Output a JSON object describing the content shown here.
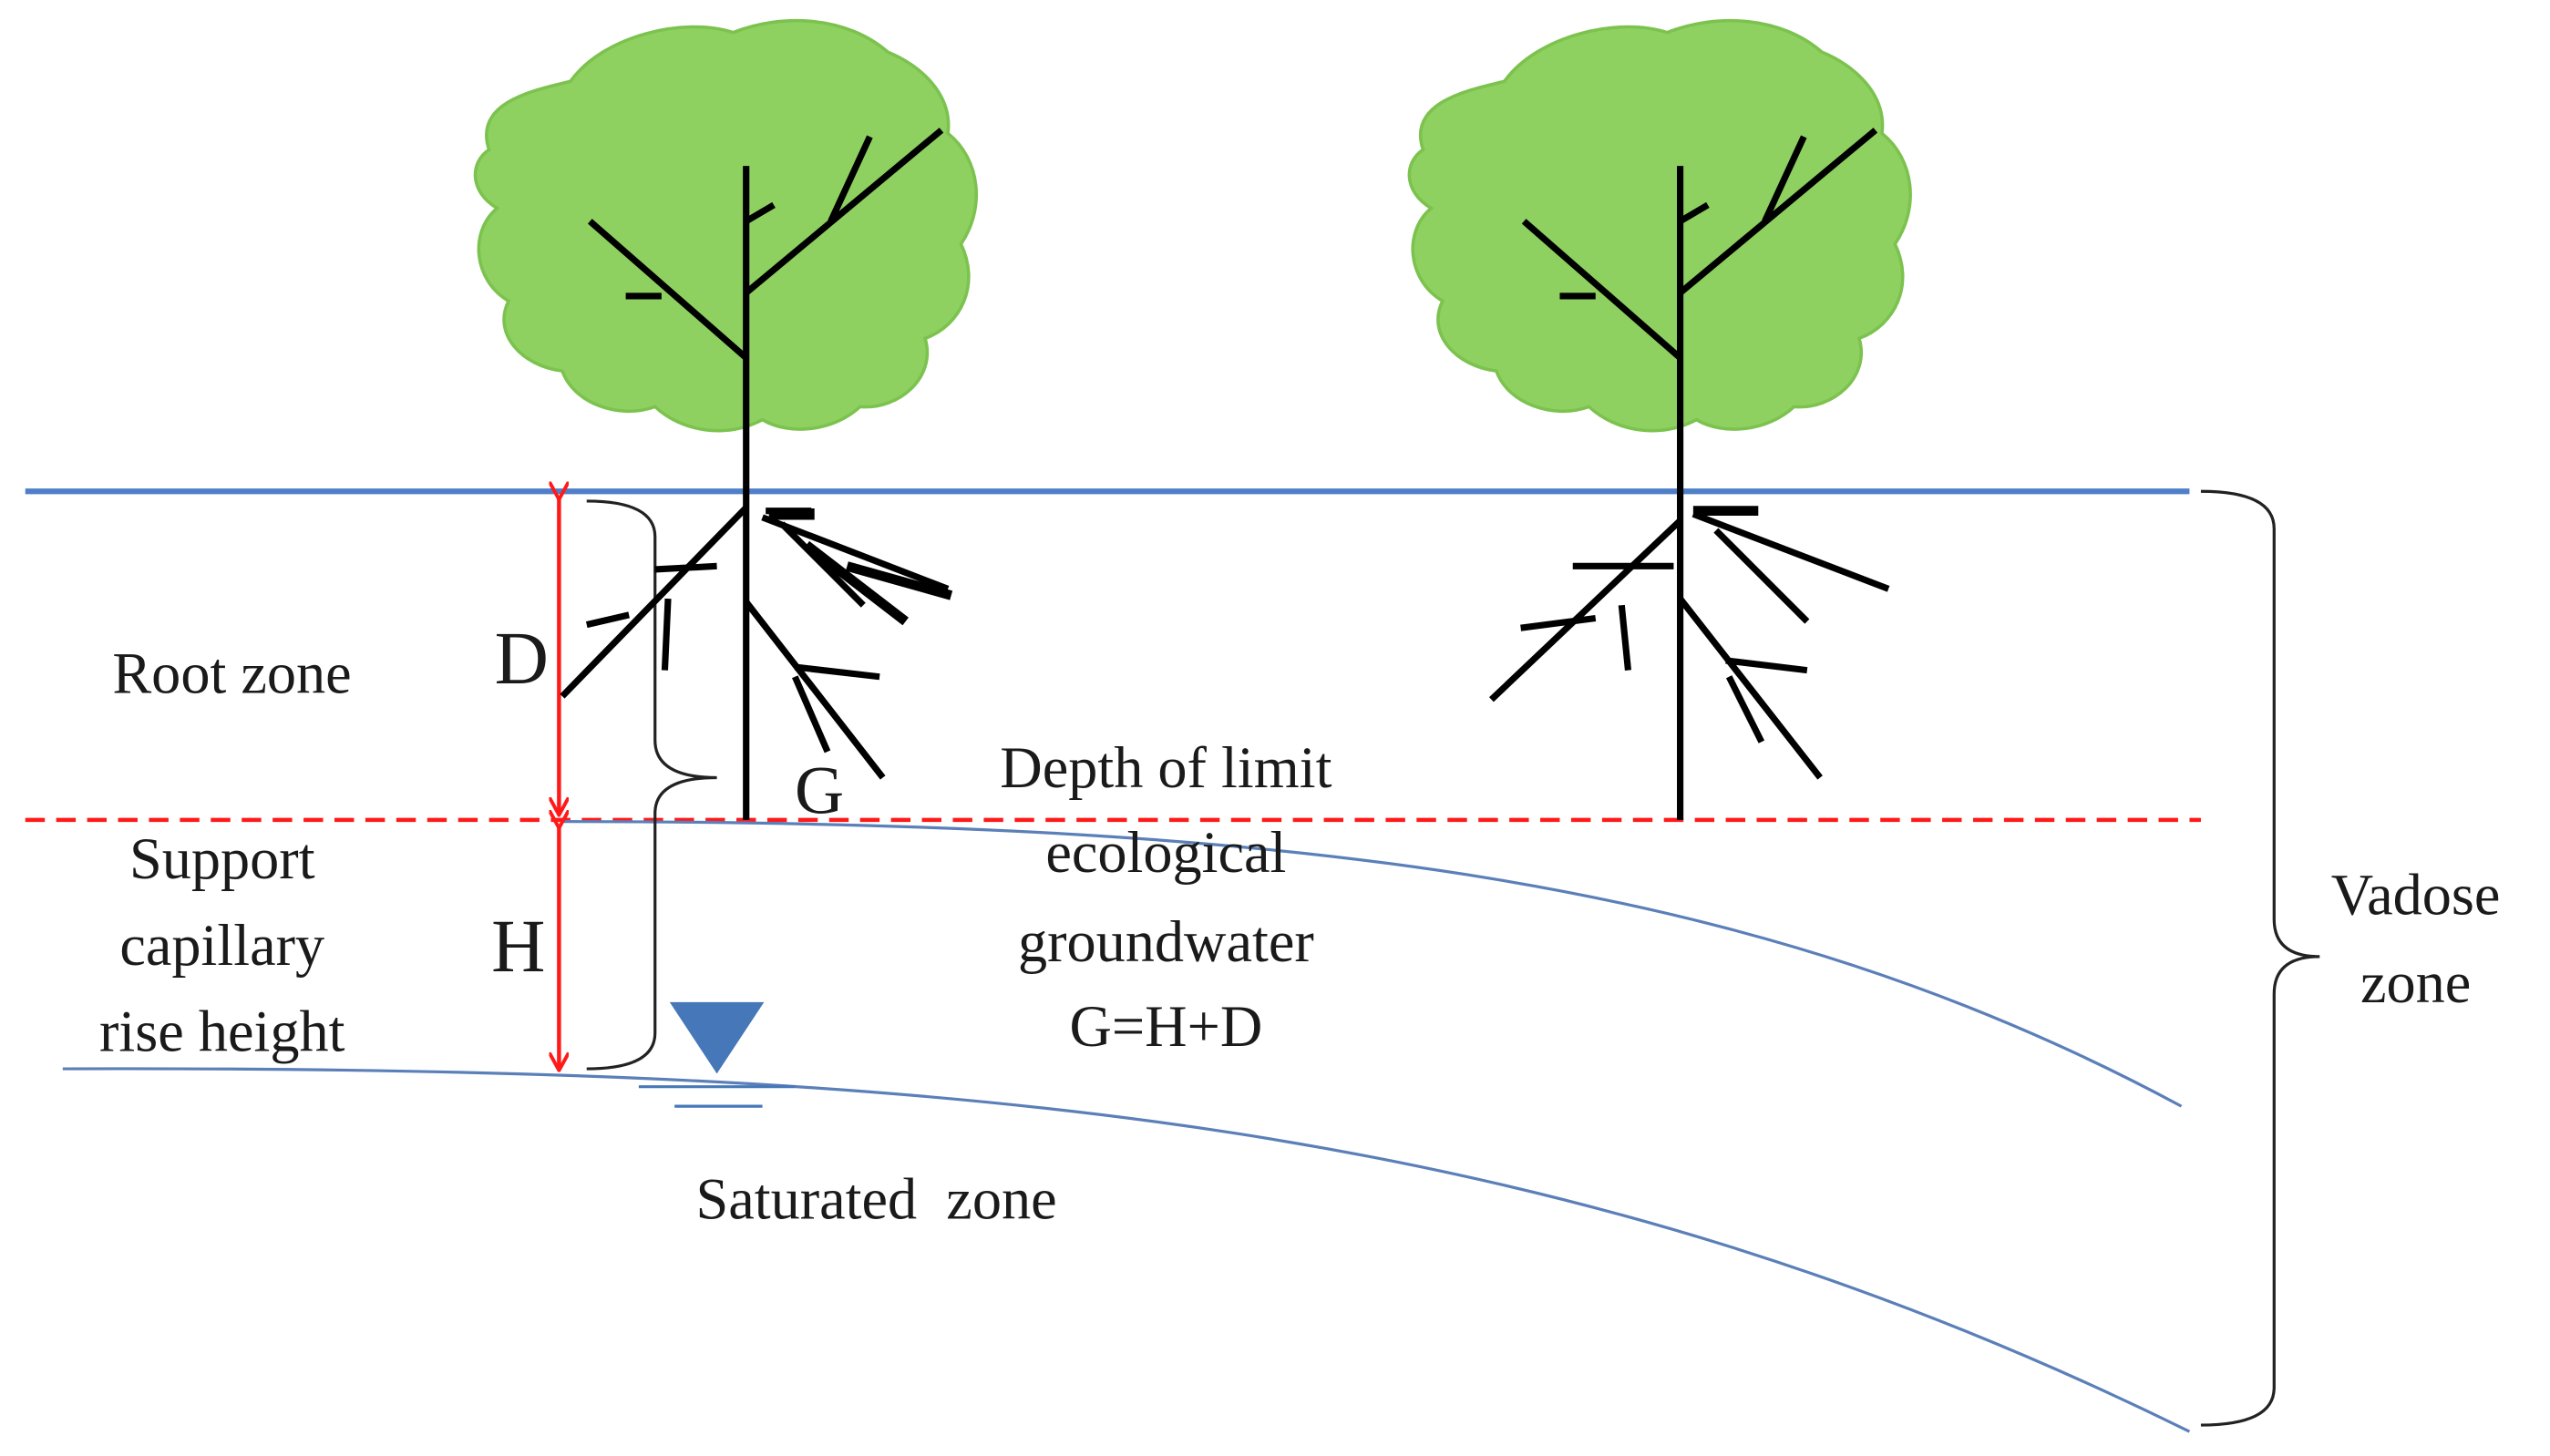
{
  "labels": {
    "root_zone": "Root zone",
    "support_line1": "Support",
    "support_line2": "capillary",
    "support_line3": "rise height",
    "d": "D",
    "g": "G",
    "h": "H",
    "depth_line1": "Depth of limit",
    "depth_line2": "ecological",
    "depth_line3": "groundwater",
    "depth_line4": "G=H+D",
    "saturated_zone": "Saturated  zone",
    "vadose_line1": "Vadose",
    "vadose_line2": "zone"
  },
  "colors": {
    "ground_line": "#4f7fc8",
    "water_curve": "#5b7fb8",
    "red": "#ff1a1a",
    "foliage": "#8fd160",
    "foliage_edge": "#7cc24f",
    "tree": "#000000",
    "water_symbol": "#4677b8"
  }
}
